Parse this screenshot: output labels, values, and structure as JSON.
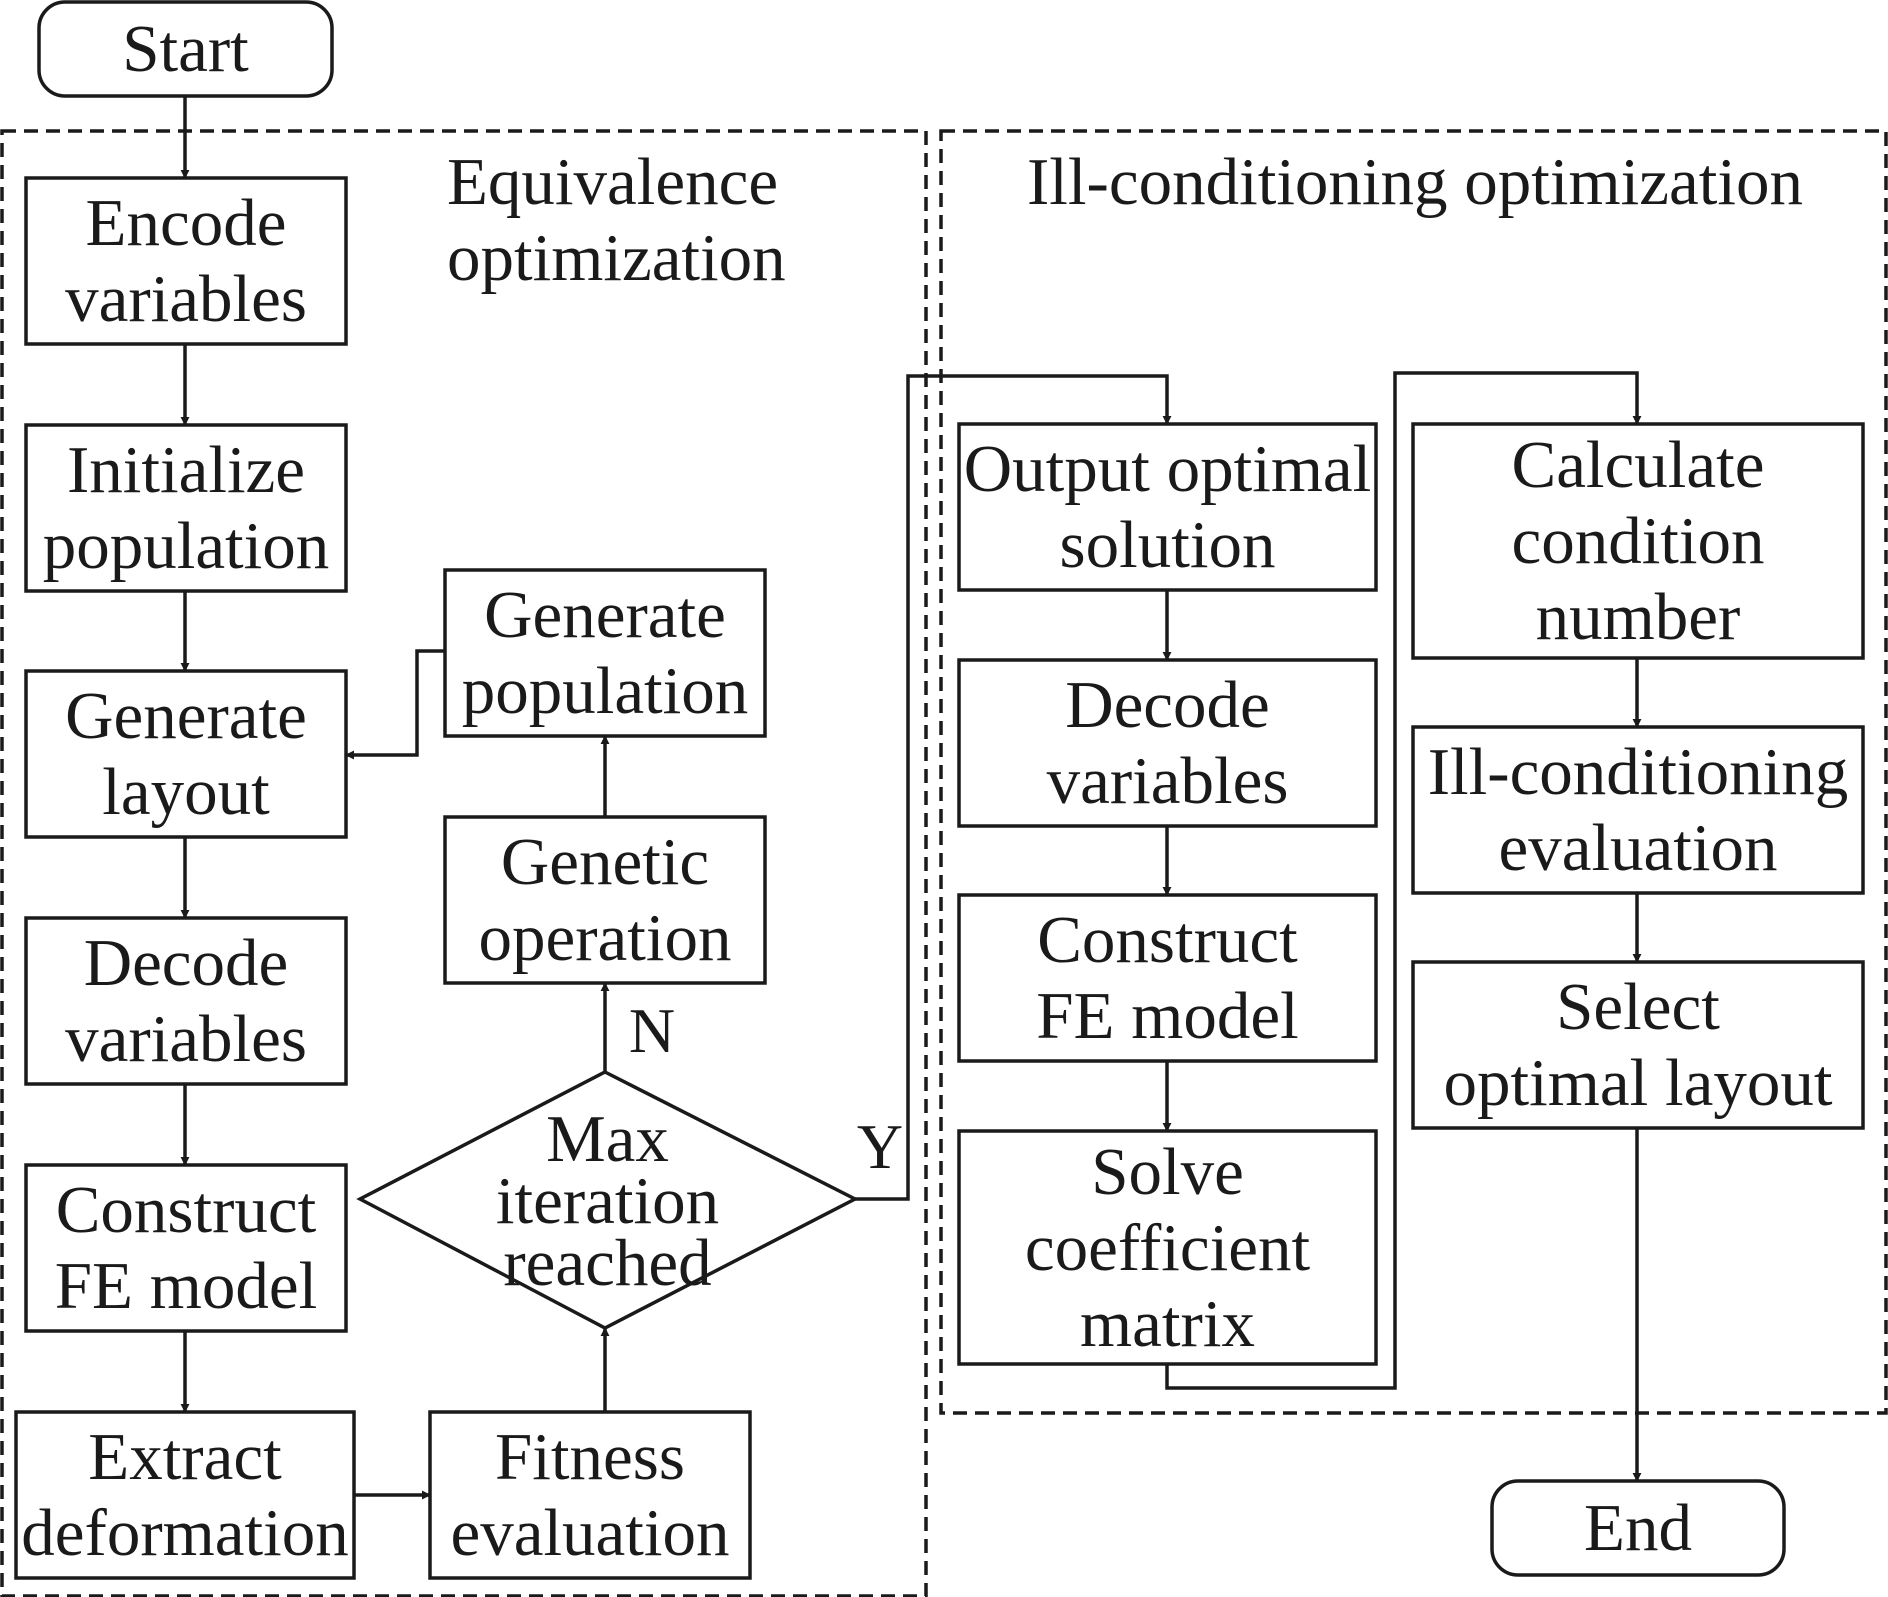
{
  "colors": {
    "stroke": "#1a1a1a",
    "background": "#ffffff"
  },
  "groups": {
    "equivalence": "Equivalence\noptimization",
    "ill_conditioning": "Ill-conditioning optimization"
  },
  "terminals": {
    "start": "Start",
    "end": "End"
  },
  "steps": {
    "encode": "Encode\nvariables",
    "initialize": "Initialize\npopulation",
    "generate_layout": "Generate\nlayout",
    "decode_left": "Decode\nvariables",
    "construct_left": "Construct\nFE model",
    "extract": "Extract\ndeformation",
    "fitness": "Fitness\nevaluation",
    "genetic": "Genetic\noperation",
    "generate_population": "Generate\npopulation",
    "output": "Output optimal\nsolution",
    "decode_mid": "Decode\nvariables",
    "construct_mid": "Construct\nFE model",
    "solve": "Solve\ncoefficient\nmatrix",
    "calculate": "Calculate\ncondition\nnumber",
    "ill_eval": "Ill-conditioning\nevaluation",
    "select": "Select\noptimal layout"
  },
  "decision": {
    "text": "Max\niteration\nreached",
    "yes": "Y",
    "no": "N"
  }
}
